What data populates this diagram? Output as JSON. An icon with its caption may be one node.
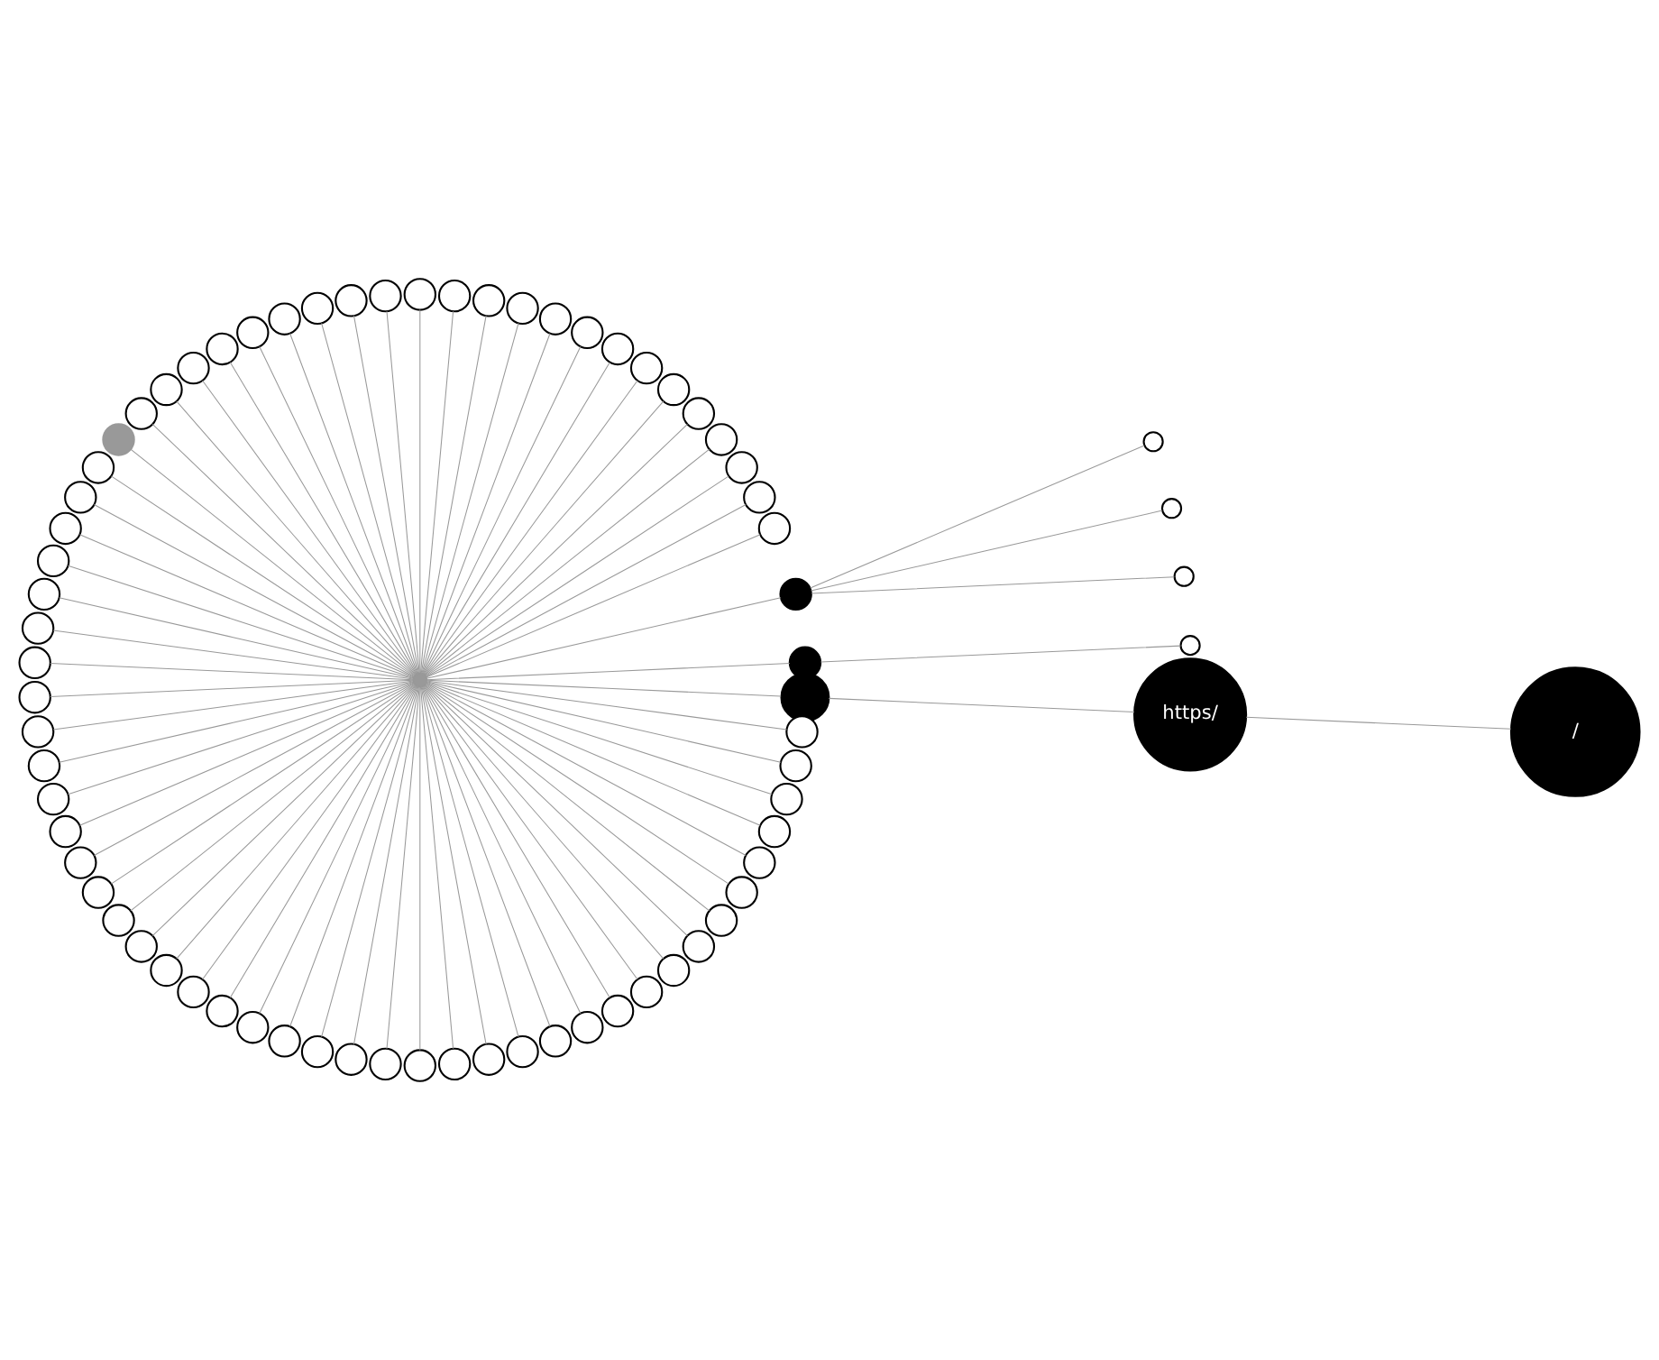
{
  "diagram": {
    "nodes": [
      {
        "text": [
          "/"
        ]
      },
      {
        "text": [
          "https/"
        ]
      },
      {
        "text": [],
        "shape": "circle"
      },
      {
        "text": [],
        "shape": "circle"
      },
      {
        "text": [],
        "shape": "circle"
      },
      {
        "text": [],
        "shape": "circle"
      },
      {
        "text": [],
        "shape": "circle"
      },
      {
        "text": [],
        "shape": "circle"
      },
      {
        "text": [],
        "shape": "circle"
      },
      {
        "text": [],
        "shape": "circle"
      },
      {
        "text": [],
        "shape": "circle"
      },
      {
        "text": [],
        "shape": "circle"
      },
      {
        "text": [],
        "shape": "circle"
      },
      {
        "text": [],
        "shape": "circle"
      },
      {
        "text": [],
        "shape": "circle"
      },
      {
        "text": [],
        "shape": "circle"
      },
      {
        "text": [],
        "shape": "circle"
      },
      {
        "text": [],
        "shape": "circle"
      },
      {
        "text": [],
        "shape": "circle"
      },
      {
        "text": [],
        "shape": "circle"
      },
      {
        "text": [],
        "shape": "circle"
      },
      {
        "text": [],
        "shape": "circle"
      },
      {
        "text": [],
        "shape": "circle"
      },
      {
        "text": [],
        "shape": "circle"
      },
      {
        "text": [],
        "shape": "circle"
      },
      {
        "text": [],
        "shape": "circle"
      },
      {
        "text": [],
        "shape": "circle"
      },
      {
        "text": [],
        "shape": "circle"
      },
      {
        "text": [],
        "shape": "circle"
      },
      {
        "text": [],
        "shape": "circle"
      },
      {
        "text": [],
        "shape": "circle"
      },
      {
        "text": [],
        "shape": "circle"
      },
      {
        "text": [],
        "shape": "circle"
      },
      {
        "text": [],
        "shape": "circle"
      },
      {
        "text": [],
        "shape": "circle"
      },
      {
        "text": [],
        "shape": "circle"
      },
      {
        "text": [],
        "shape": "circle"
      },
      {
        "text": [],
        "shape": "circle"
      },
      {
        "text": [],
        "shape": "circle"
      },
      {
        "text": [],
        "shape": "circle"
      },
      {
        "text": [],
        "shape": "circle"
      },
      {
        "text": [],
        "shape": "circle"
      },
      {
        "text": [],
        "shape": "circle"
      },
      {
        "text": [],
        "shape": "circle"
      },
      {
        "text": [],
        "shape": "circle"
      },
      {
        "text": [],
        "shape": "circle"
      },
      {
        "text": [],
        "shape": "circle"
      },
      {
        "text": [],
        "shape": "circle"
      },
      {
        "text": [],
        "shape": "circle"
      },
      {
        "text": [],
        "shape": "circle"
      },
      {
        "text": [],
        "shape": "circle"
      },
      {
        "text": [],
        "shape": "circle"
      },
      {
        "text": [],
        "shape": "circle"
      },
      {
        "text": [],
        "shape": "circle"
      },
      {
        "text": [],
        "shape": "circle"
      },
      {
        "text": [],
        "shape": "circle"
      },
      {
        "text": [],
        "shape": "circle"
      },
      {
        "text": [],
        "shape": "circle"
      },
      {
        "text": [],
        "shape": "circle"
      },
      {
        "text": [],
        "shape": "circle"
      },
      {
        "text": [],
        "shape": "circle"
      },
      {
        "text": [],
        "shape": "circle"
      },
      {
        "text": [],
        "shape": "circle"
      },
      {
        "text": [],
        "shape": "circle"
      },
      {
        "text": [],
        "shape": "circle"
      },
      {
        "text": [],
        "shape": "circle"
      },
      {
        "text": [],
        "shape": "circle"
      },
      {
        "text": [],
        "shape": "circle"
      },
      {
        "text": [],
        "shape": "circle"
      },
      {
        "text": [],
        "shape": "circle"
      },
      {
        "text": [],
        "shape": "circle"
      },
      {
        "text": [],
        "shape": "circle"
      },
      {
        "text": [],
        "shape": "circle"
      },
      {
        "text": [],
        "shape": "circle"
      },
      {
        "text": [],
        "shape": "circle"
      }
    ],
    "edges": [
      {
        "from": 1,
        "to": 0,
        "arrow": "none"
      },
      {
        "from": 1,
        "to": 2,
        "arrow": "none"
      },
      {
        "from": 2,
        "to": 3,
        "arrow": "none"
      },
      {
        "from": 3,
        "to": 4,
        "arrow": "none"
      },
      {
        "from": 4,
        "to": 5,
        "arrow": "none"
      },
      {
        "from": 3,
        "to": 6,
        "arrow": "none"
      },
      {
        "from": 6,
        "to": 7,
        "arrow": "none"
      },
      {
        "from": 6,
        "to": 8,
        "arrow": "none"
      },
      {
        "from": 6,
        "to": 9,
        "arrow": "none"
      },
      {
        "from": 3,
        "to": 10,
        "arrow": "none"
      },
      {
        "from": 3,
        "to": 11,
        "arrow": "none"
      },
      {
        "from": 3,
        "to": 12,
        "arrow": "none"
      },
      {
        "from": 3,
        "to": 13,
        "arrow": "none"
      },
      {
        "from": 3,
        "to": 14,
        "arrow": "none"
      },
      {
        "from": 3,
        "to": 15,
        "arrow": "none"
      },
      {
        "from": 3,
        "to": 16,
        "arrow": "none"
      },
      {
        "from": 3,
        "to": 17,
        "arrow": "none"
      },
      {
        "from": 3,
        "to": 18,
        "arrow": "none"
      },
      {
        "from": 3,
        "to": 19,
        "arrow": "none"
      },
      {
        "from": 3,
        "to": 20,
        "arrow": "none"
      },
      {
        "from": 3,
        "to": 21,
        "arrow": "none"
      },
      {
        "from": 3,
        "to": 22,
        "arrow": "none"
      },
      {
        "from": 3,
        "to": 23,
        "arrow": "none"
      },
      {
        "from": 3,
        "to": 24,
        "arrow": "none"
      },
      {
        "from": 3,
        "to": 25,
        "arrow": "none"
      },
      {
        "from": 3,
        "to": 26,
        "arrow": "none"
      },
      {
        "from": 3,
        "to": 27,
        "arrow": "none"
      },
      {
        "from": 3,
        "to": 28,
        "arrow": "none"
      },
      {
        "from": 3,
        "to": 29,
        "arrow": "none"
      },
      {
        "from": 3,
        "to": 30,
        "arrow": "none"
      },
      {
        "from": 3,
        "to": 31,
        "arrow": "none"
      },
      {
        "from": 3,
        "to": 32,
        "arrow": "none"
      },
      {
        "from": 3,
        "to": 33,
        "arrow": "none"
      },
      {
        "from": 3,
        "to": 34,
        "arrow": "none"
      },
      {
        "from": 3,
        "to": 35,
        "arrow": "none"
      },
      {
        "from": 3,
        "to": 36,
        "arrow": "none"
      },
      {
        "from": 3,
        "to": 37,
        "arrow": "none"
      },
      {
        "from": 3,
        "to": 38,
        "arrow": "none"
      },
      {
        "from": 3,
        "to": 39,
        "arrow": "none"
      },
      {
        "from": 3,
        "to": 40,
        "arrow": "none"
      },
      {
        "from": 3,
        "to": 41,
        "arrow": "none"
      },
      {
        "from": 3,
        "to": 42,
        "arrow": "none"
      },
      {
        "from": 3,
        "to": 43,
        "arrow": "none"
      },
      {
        "from": 3,
        "to": 44,
        "arrow": "none"
      },
      {
        "from": 3,
        "to": 45,
        "arrow": "none"
      },
      {
        "from": 3,
        "to": 46,
        "arrow": "none"
      },
      {
        "from": 3,
        "to": 47,
        "arrow": "none"
      },
      {
        "from": 3,
        "to": 48,
        "arrow": "none"
      },
      {
        "from": 3,
        "to": 49,
        "arrow": "none"
      },
      {
        "from": 3,
        "to": 50,
        "arrow": "none"
      },
      {
        "from": 3,
        "to": 51,
        "arrow": "none"
      },
      {
        "from": 3,
        "to": 52,
        "arrow": "none"
      },
      {
        "from": 3,
        "to": 53,
        "arrow": "none"
      },
      {
        "from": 3,
        "to": 54,
        "arrow": "none"
      },
      {
        "from": 3,
        "to": 55,
        "arrow": "none"
      },
      {
        "from": 3,
        "to": 56,
        "arrow": "none"
      },
      {
        "from": 3,
        "to": 57,
        "arrow": "none"
      },
      {
        "from": 3,
        "to": 58,
        "arrow": "none"
      },
      {
        "from": 3,
        "to": 59,
        "arrow": "none"
      },
      {
        "from": 3,
        "to": 60,
        "arrow": "none"
      },
      {
        "from": 3,
        "to": 61,
        "arrow": "none"
      },
      {
        "from": 3,
        "to": 62,
        "arrow": "none"
      },
      {
        "from": 3,
        "to": 63,
        "arrow": "none"
      },
      {
        "from": 3,
        "to": 64,
        "arrow": "none"
      },
      {
        "from": 3,
        "to": 65,
        "arrow": "none"
      },
      {
        "from": 3,
        "to": 66,
        "arrow": "none"
      },
      {
        "from": 3,
        "to": 67,
        "arrow": "none"
      },
      {
        "from": 3,
        "to": 68,
        "arrow": "none"
      },
      {
        "from": 3,
        "to": 69,
        "arrow": "none"
      },
      {
        "from": 3,
        "to": 70,
        "arrow": "none"
      },
      {
        "from": 3,
        "to": 71,
        "arrow": "none"
      },
      {
        "from": 3,
        "to": 72,
        "arrow": "none"
      },
      {
        "from": 3,
        "to": 73,
        "arrow": "none"
      },
      {
        "from": 3,
        "to": 74,
        "arrow": "none"
      }
    ]
  }
}
